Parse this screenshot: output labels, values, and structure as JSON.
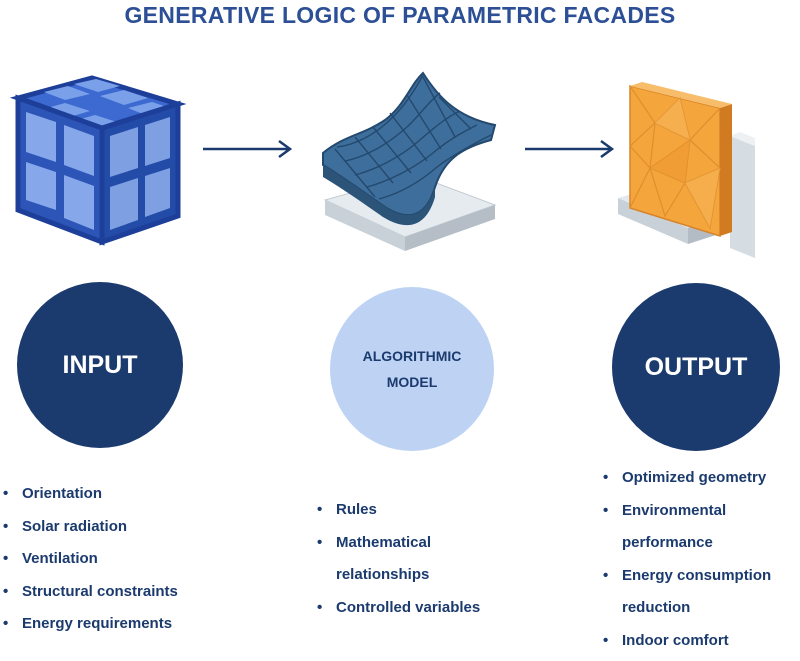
{
  "title": "GENERATIVE LOGIC OF PARAMETRIC FACADES",
  "stages": {
    "input": {
      "label": "INPUT",
      "icon": "blue-cube-grid-icon"
    },
    "model": {
      "label_line1": "ALGORITHMIC",
      "label_line2": "MODEL",
      "icon": "curved-surface-icon"
    },
    "output": {
      "label": "OUTPUT",
      "icon": "orange-facade-panel-icon"
    }
  },
  "input_items": [
    "Orientation",
    "Solar radiation",
    "Ventilation",
    "Structural constraints",
    "Energy requirements"
  ],
  "model_items": [
    "Rules",
    "Mathematical",
    "relationships",
    "Controlled variables"
  ],
  "output_items": [
    "Optimized geometry",
    "Environmental",
    "performance",
    "Energy consumption",
    "reduction",
    "Indoor comfort"
  ],
  "colors": {
    "title": "#2c4f96",
    "dark_circle": "#1b3a6e",
    "light_circle": "#bed3f3",
    "text": "#1b3a6e",
    "cube": "#2f5bc0",
    "surface": "#3f6f9e",
    "facade": "#f3a23a"
  }
}
